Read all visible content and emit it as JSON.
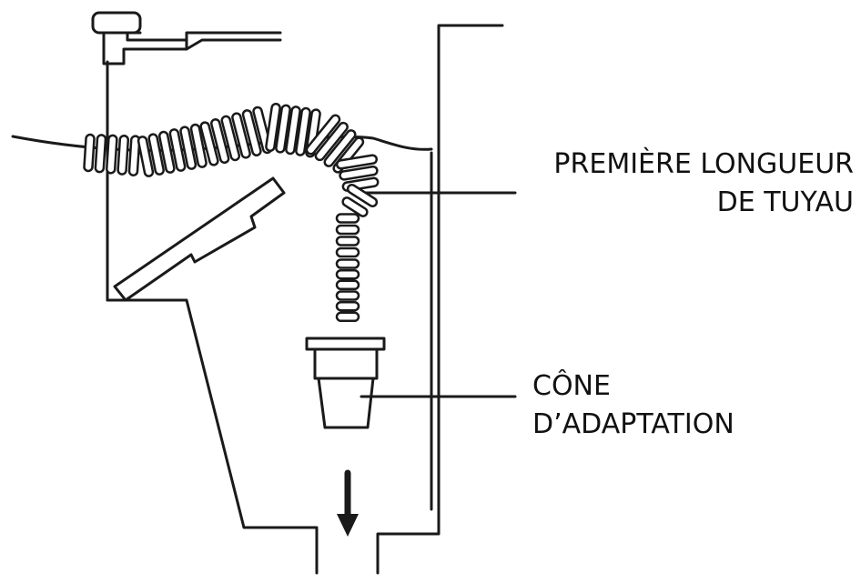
{
  "labels": {
    "hose_line1": "PREMIÈRE LONGUEUR",
    "hose_line2": "DE TUYAU",
    "cone_line1": "CÔNE",
    "cone_line2": "D’ADAPTATION"
  },
  "colors": {
    "line": "#1a1a1a",
    "background": "#ffffff"
  },
  "icons": {
    "flow_arrow": "arrow-down-icon"
  }
}
